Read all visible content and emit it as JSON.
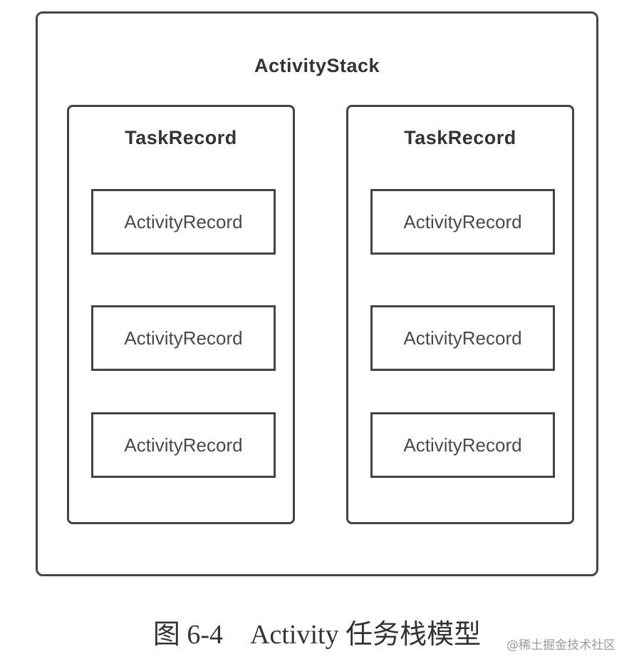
{
  "diagram": {
    "stack_label": "ActivityStack",
    "tasks": [
      {
        "label": "TaskRecord",
        "records": [
          "ActivityRecord",
          "ActivityRecord",
          "ActivityRecord"
        ]
      },
      {
        "label": "TaskRecord",
        "records": [
          "ActivityRecord",
          "ActivityRecord",
          "ActivityRecord"
        ]
      }
    ]
  },
  "caption": "图 6-4　Activity 任务栈模型",
  "watermark": "@稀土掘金技术社区"
}
